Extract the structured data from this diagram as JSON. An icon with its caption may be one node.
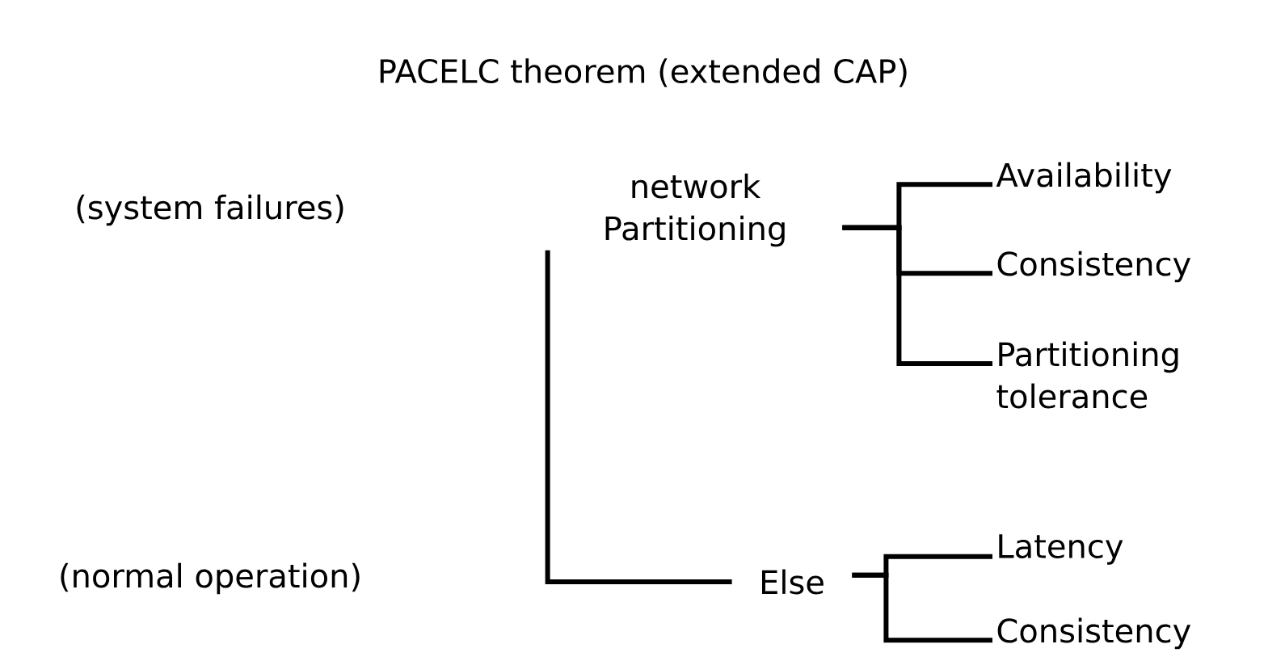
{
  "diagram": {
    "title": "PACELC theorem (extended CAP)",
    "nodes": [
      {
        "text": [
          "network Partitioning"
        ]
      },
      {
        "text": [
          "Availability"
        ]
      },
      {
        "text": [
          "Consistency"
        ]
      },
      {
        "text": [
          "Partitioning tolerance"
        ]
      },
      {
        "text": [
          "Else"
        ]
      },
      {
        "text": [
          "Latency"
        ]
      },
      {
        "text": [
          "Consistency"
        ]
      }
    ],
    "edges": [
      {
        "from": 0,
        "to": 1,
        "arrow": "none"
      },
      {
        "from": 0,
        "to": 2,
        "arrow": "none"
      },
      {
        "from": 0,
        "to": 3,
        "arrow": "none"
      },
      {
        "from": 0,
        "to": 4,
        "arrow": "none"
      },
      {
        "from": 4,
        "to": 5,
        "arrow": "none"
      },
      {
        "from": 4,
        "to": 6,
        "arrow": "none"
      }
    ],
    "labels": [
      "(system failures)",
      "(normal operation)"
    ]
  }
}
